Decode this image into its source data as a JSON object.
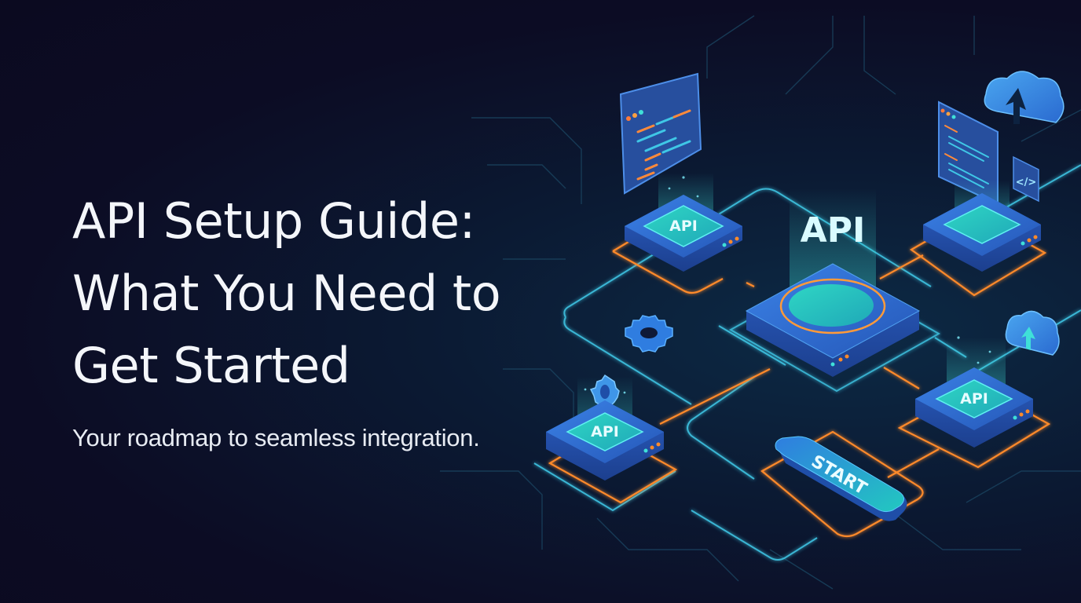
{
  "hero": {
    "title_lines": [
      "API Setup Guide:",
      "What You Need to",
      "Get Started"
    ],
    "subtitle": "Your roadmap to seamless integration."
  },
  "illustration": {
    "central_node_label": "API",
    "node_labels": [
      "API",
      "API",
      "API"
    ],
    "start_button_label": "START",
    "icons": [
      "code-window-icon",
      "cloud-upload-icon",
      "code-tag-icon",
      "gear-icon",
      "cloud-upload-icon"
    ]
  },
  "colors": {
    "background": "#0b0a20",
    "accent_cyan": "#3fe0d8",
    "accent_blue": "#2f6fd6",
    "accent_orange": "#ff8a2a",
    "circuit_line": "#1f4f6a"
  }
}
